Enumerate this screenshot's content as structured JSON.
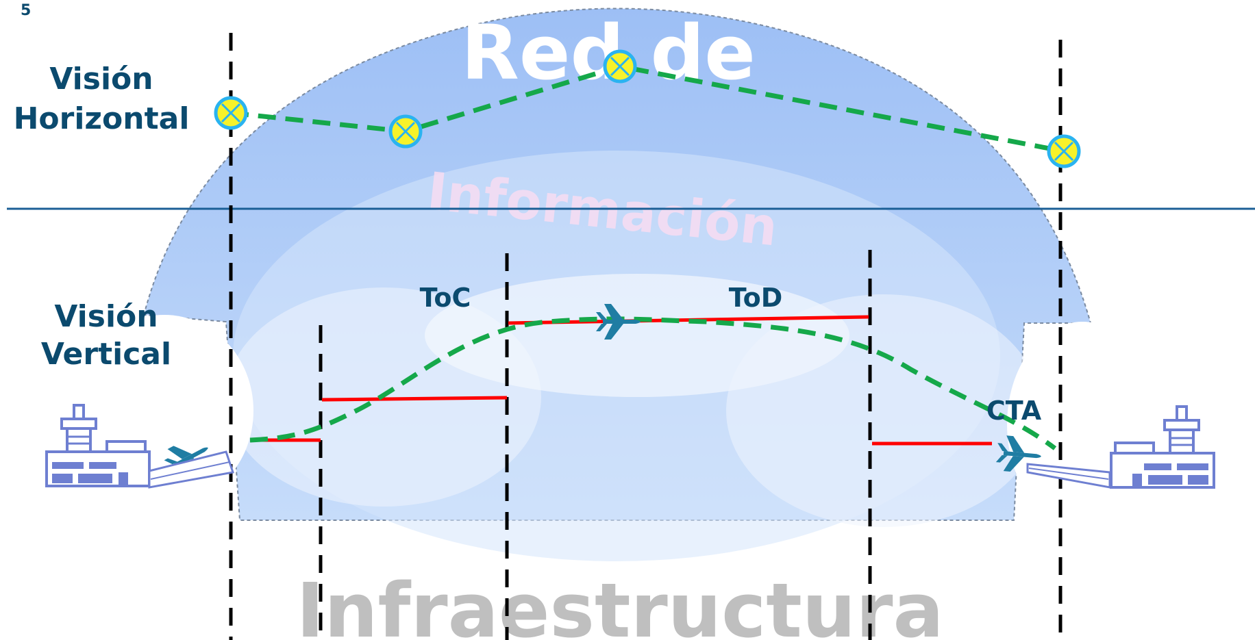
{
  "page_number": "5",
  "labels": {
    "horizontal_line1": "Visión",
    "horizontal_line2": "Horizontal",
    "vertical_line1": "Visión",
    "vertical_line2": "Vertical",
    "toc": "ToC",
    "tod": "ToD",
    "cta": "CTA"
  },
  "background_text": {
    "network_line1": "Red de",
    "network_line2": "Información",
    "infrastructure": "Infraestructura"
  },
  "colors": {
    "dome": "#a9c8f6",
    "dome_inner": "#d6e6fb",
    "route": "#15a84a",
    "segment": "#ff0000",
    "aircraft": "#1f7da3",
    "airport": "#6e7fd1",
    "divider": "#1b5f96",
    "waypoint_fill": "#f7f22a",
    "waypoint_ring": "#2ab3f0",
    "label_text": "#0b4a6e"
  },
  "icons": [
    "waypoint-icon",
    "aircraft-icon",
    "airport-icon"
  ]
}
